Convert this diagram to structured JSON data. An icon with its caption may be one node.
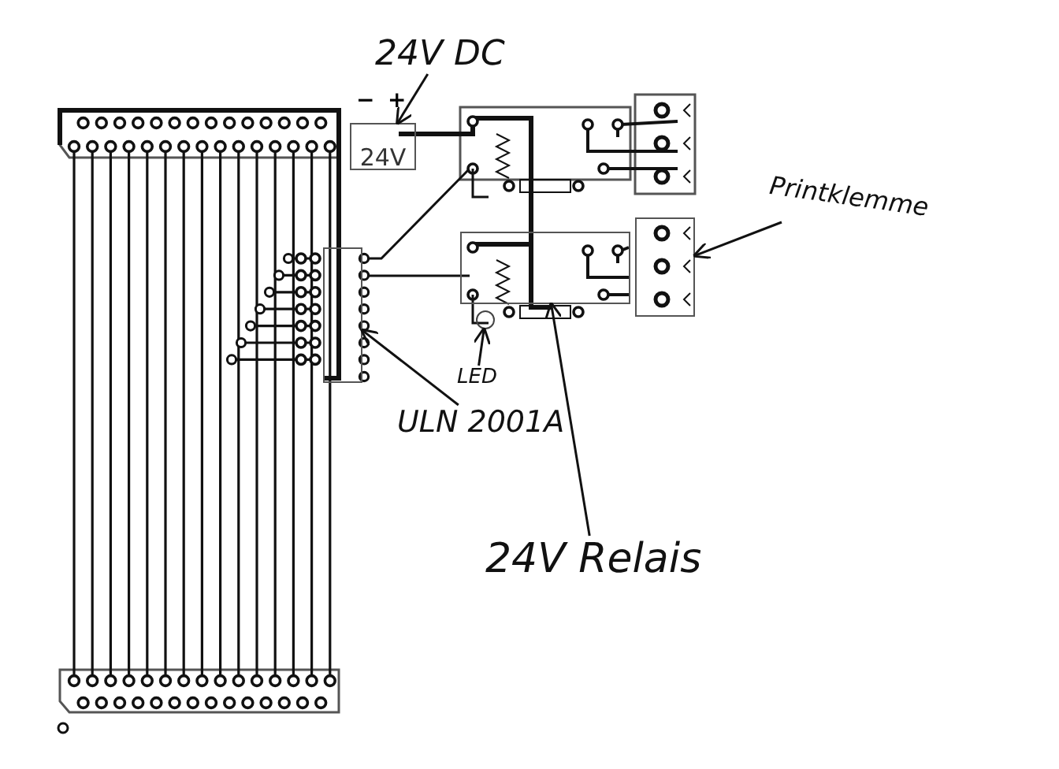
{
  "diagram": {
    "nodes": [
      {
        "text": [
          "24V DC"
        ]
      },
      {
        "text": [
          "24V"
        ],
        "beside": [
          "−",
          "+"
        ]
      },
      {
        "text": [
          "Printklemme"
        ]
      },
      {
        "text": [],
        "shape": "box"
      },
      {
        "text": [
          "ULN 2001A"
        ]
      },
      {
        "text": [],
        "shape": "box"
      },
      {
        "text": [
          "LED"
        ]
      },
      {
        "text": [],
        "shape": "circle"
      },
      {
        "text": [
          "24V Relais"
        ]
      },
      {
        "text": [],
        "shape": "box"
      }
    ],
    "edges": [
      {
        "from": 0,
        "to": 1,
        "arrow": "to"
      },
      {
        "from": 2,
        "to": 3,
        "arrow": "to"
      },
      {
        "from": 4,
        "to": 5,
        "arrow": "to"
      },
      {
        "from": 6,
        "to": 7,
        "arrow": "to"
      },
      {
        "from": 8,
        "to": 9,
        "arrow": "to"
      }
    ]
  }
}
